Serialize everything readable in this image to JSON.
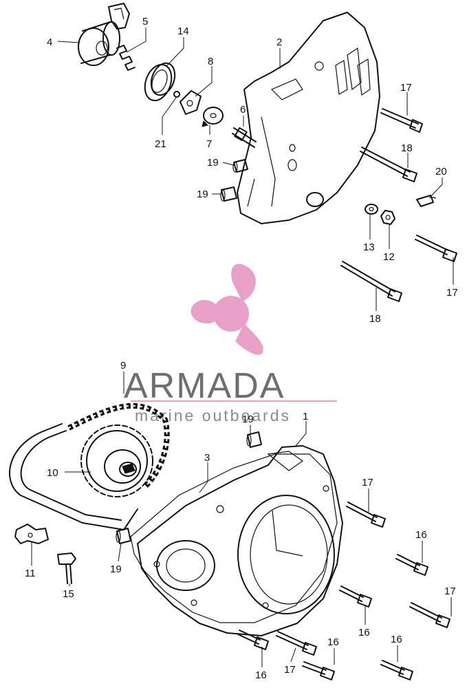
{
  "watermark": {
    "brand": "ARMADA",
    "tagline": "marine outboards",
    "logo_color": "#e8a0c8",
    "brand_color": "#6e6e6e"
  },
  "callouts": [
    {
      "id": "c4",
      "label": "4"
    },
    {
      "id": "c5",
      "label": "5"
    },
    {
      "id": "c14",
      "label": "14"
    },
    {
      "id": "c2",
      "label": "2"
    },
    {
      "id": "c8",
      "label": "8"
    },
    {
      "id": "c6",
      "label": "6"
    },
    {
      "id": "c21",
      "label": "21"
    },
    {
      "id": "c7",
      "label": "7"
    },
    {
      "id": "c19a",
      "label": "19"
    },
    {
      "id": "c19b",
      "label": "19"
    },
    {
      "id": "c17a",
      "label": "17"
    },
    {
      "id": "c18a",
      "label": "18"
    },
    {
      "id": "c20",
      "label": "20"
    },
    {
      "id": "c13",
      "label": "13"
    },
    {
      "id": "c12",
      "label": "12"
    },
    {
      "id": "c17b",
      "label": "17"
    },
    {
      "id": "c18b",
      "label": "18"
    },
    {
      "id": "c9",
      "label": "9"
    },
    {
      "id": "c19c",
      "label": "19"
    },
    {
      "id": "c1",
      "label": "1"
    },
    {
      "id": "c10",
      "label": "10"
    },
    {
      "id": "c3",
      "label": "3"
    },
    {
      "id": "c17c",
      "label": "17"
    },
    {
      "id": "c16a",
      "label": "16"
    },
    {
      "id": "c11",
      "label": "11"
    },
    {
      "id": "c19d",
      "label": "19"
    },
    {
      "id": "c15",
      "label": "15"
    },
    {
      "id": "c17d",
      "label": "17"
    },
    {
      "id": "c16b",
      "label": "16"
    },
    {
      "id": "c16c",
      "label": "16"
    },
    {
      "id": "c17e",
      "label": "17"
    },
    {
      "id": "c16d",
      "label": "16"
    },
    {
      "id": "c16e",
      "label": "16"
    }
  ]
}
